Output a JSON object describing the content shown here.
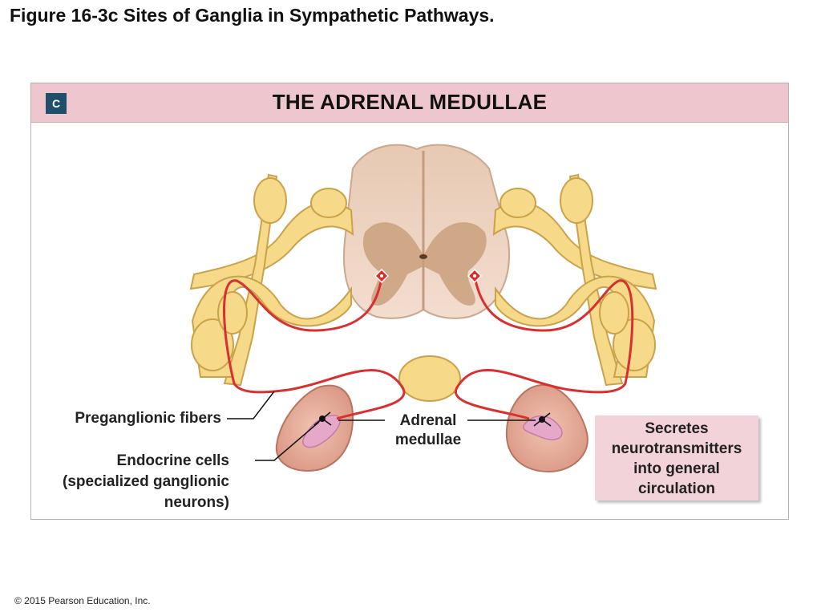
{
  "figure_title": "Figure 16-3c Sites of Ganglia in Sympathetic Pathways.",
  "panel": {
    "letter": "C",
    "title": "THE ADRENAL MEDULLAE"
  },
  "labels": {
    "preganglionic": "Preganglionic fibers",
    "endocrine_line1": "Endocrine cells",
    "endocrine_line2": "(specialized ganglionic",
    "endocrine_line3": "neurons)",
    "adrenal_line1": "Adrenal",
    "adrenal_line2": "medullae"
  },
  "callout": {
    "line1": "Secretes",
    "line2": "neurotransmitters",
    "line3": "into general",
    "line4": "circulation"
  },
  "copyright": "© 2015 Pearson Education, Inc.",
  "colors": {
    "nerve_fill": "#f7d98a",
    "nerve_stroke": "#c9a24a",
    "fiber": "#d9302f",
    "cord_white": "#f0d8c8",
    "cord_gray": "#b98f6a",
    "adrenal": "#e9b3a2",
    "medulla": "#e6a8c9"
  }
}
